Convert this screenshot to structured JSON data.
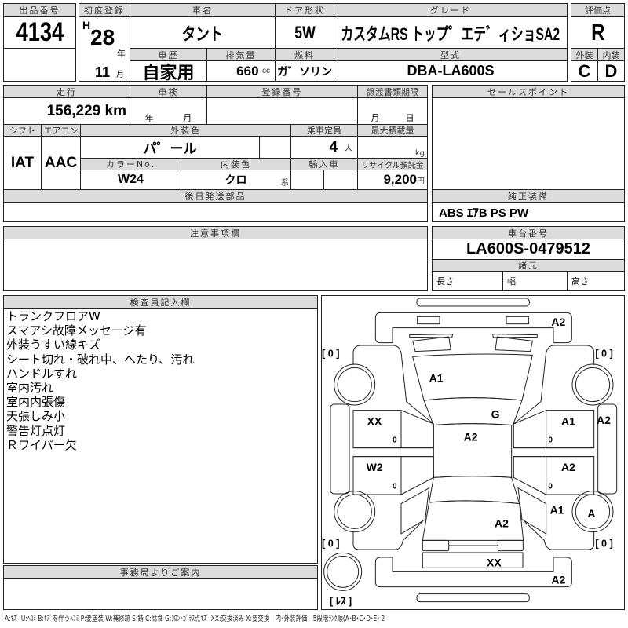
{
  "lot": {
    "label": "出品番号",
    "value": "4134"
  },
  "first_reg": {
    "label": "初度登録",
    "era": "H",
    "year": "28",
    "year_unit": "年",
    "month": "11",
    "month_unit": "月"
  },
  "car_name": {
    "label": "車名",
    "value": "タント"
  },
  "door": {
    "label": "ドア形状",
    "value": "5W"
  },
  "grade": {
    "label": "グレード",
    "value": "カスタムRS トップ゜エテ゛ィショSA2"
  },
  "history": {
    "label": "車歴",
    "value": "自家用"
  },
  "displacement": {
    "label": "排気量",
    "value": "660",
    "unit": "cc"
  },
  "fuel": {
    "label": "燃料",
    "value": "ガ゛ソリン"
  },
  "model": {
    "label": "型式",
    "value": "DBA-LA600S"
  },
  "score": {
    "label": "評価点",
    "value": "R",
    "exterior_label": "外装",
    "interior_label": "内装",
    "exterior": "C",
    "interior": "D"
  },
  "mileage": {
    "label": "走行",
    "value": "156,229 km"
  },
  "inspection": {
    "label": "車検",
    "year_unit": "年",
    "month_unit": "月"
  },
  "reg_no": {
    "label": "登録番号"
  },
  "transfer": {
    "label": "譲渡書類期限",
    "month_unit": "月",
    "day_unit": "日"
  },
  "shift": {
    "label": "シフト",
    "value": "IAT"
  },
  "ac": {
    "label": "エアコン",
    "value": "AAC"
  },
  "ext_color": {
    "label": "外装色",
    "value": "パ゜ール"
  },
  "capacity": {
    "label": "乗車定員",
    "value": "4",
    "unit": "人"
  },
  "max_load": {
    "label": "最大積載量",
    "unit": "kg"
  },
  "color_no": {
    "label": "カラーNo.",
    "value": "W24"
  },
  "int_color": {
    "label": "内装色",
    "value": "クロ",
    "suffix": "系"
  },
  "import": {
    "label": "輸入車"
  },
  "recycle": {
    "label": "リサイクル預託金",
    "value": "9,200",
    "unit": "円"
  },
  "later_parts": {
    "label": "後日発送部品"
  },
  "sales_point": {
    "label": "セールスポイント"
  },
  "equipment": {
    "label": "純正装備",
    "value": "ABS ｴｱB PS PW"
  },
  "caution": {
    "label": "注意事項欄"
  },
  "chassis": {
    "label": "車台番号",
    "value": "LA600S-0479512"
  },
  "specs": {
    "label": "諸元",
    "length": "長さ",
    "width": "幅",
    "height": "高さ"
  },
  "inspector": {
    "label": "検査員記入欄",
    "notes": [
      "トランクフロアW",
      "スマアシ故障メッセージ有",
      "外装うすい線キズ",
      "シート切れ・破れ中、へたり、汚れ",
      "ハンドルすれ",
      "室内汚れ",
      "室内内張傷",
      "天張しみ小",
      "警告灯点灯",
      "Ｒワイパー欠"
    ]
  },
  "office": {
    "label": "事務局よりご案内"
  },
  "diagram": {
    "tire_fl": "[ 0 ]",
    "tire_fr": "[ 0 ]",
    "tire_rl": "[ 0 ]",
    "tire_rr": "[ 0 ]",
    "spare": "[ ﾚｽ ]",
    "front_bumper": "A2",
    "hood": "A1",
    "windshield": "G",
    "roof": "A2",
    "left_front_door": "XX",
    "left_rear_door": "W2",
    "left_front_door_sub": "0",
    "left_rear_door_sub": "0",
    "right_front_door_sub": "0",
    "right_rear_door_sub": "0",
    "right_front_door": "A1",
    "right_rear_door": "A2",
    "right_side": "A2",
    "right_rear_quarter": "A1",
    "right_rear_wheel": "A",
    "trunk": "A2",
    "rear_panel": "XX",
    "rear_bumper": "A2"
  },
  "legend": "A:ｷｽﾞ U:ﾍｺﾐ B:ｷｽﾞを伴うﾍｺﾐ P:要塗装 W:補修跡 S:錆 C:腐食 G:ﾌﾛﾝﾄｶﾞﾗｽ点ｷｽﾞ XX:交換済み X:要交換　内･外装評価　5段階ﾗﾝｸ順(A･B･C･D･E) 2"
}
